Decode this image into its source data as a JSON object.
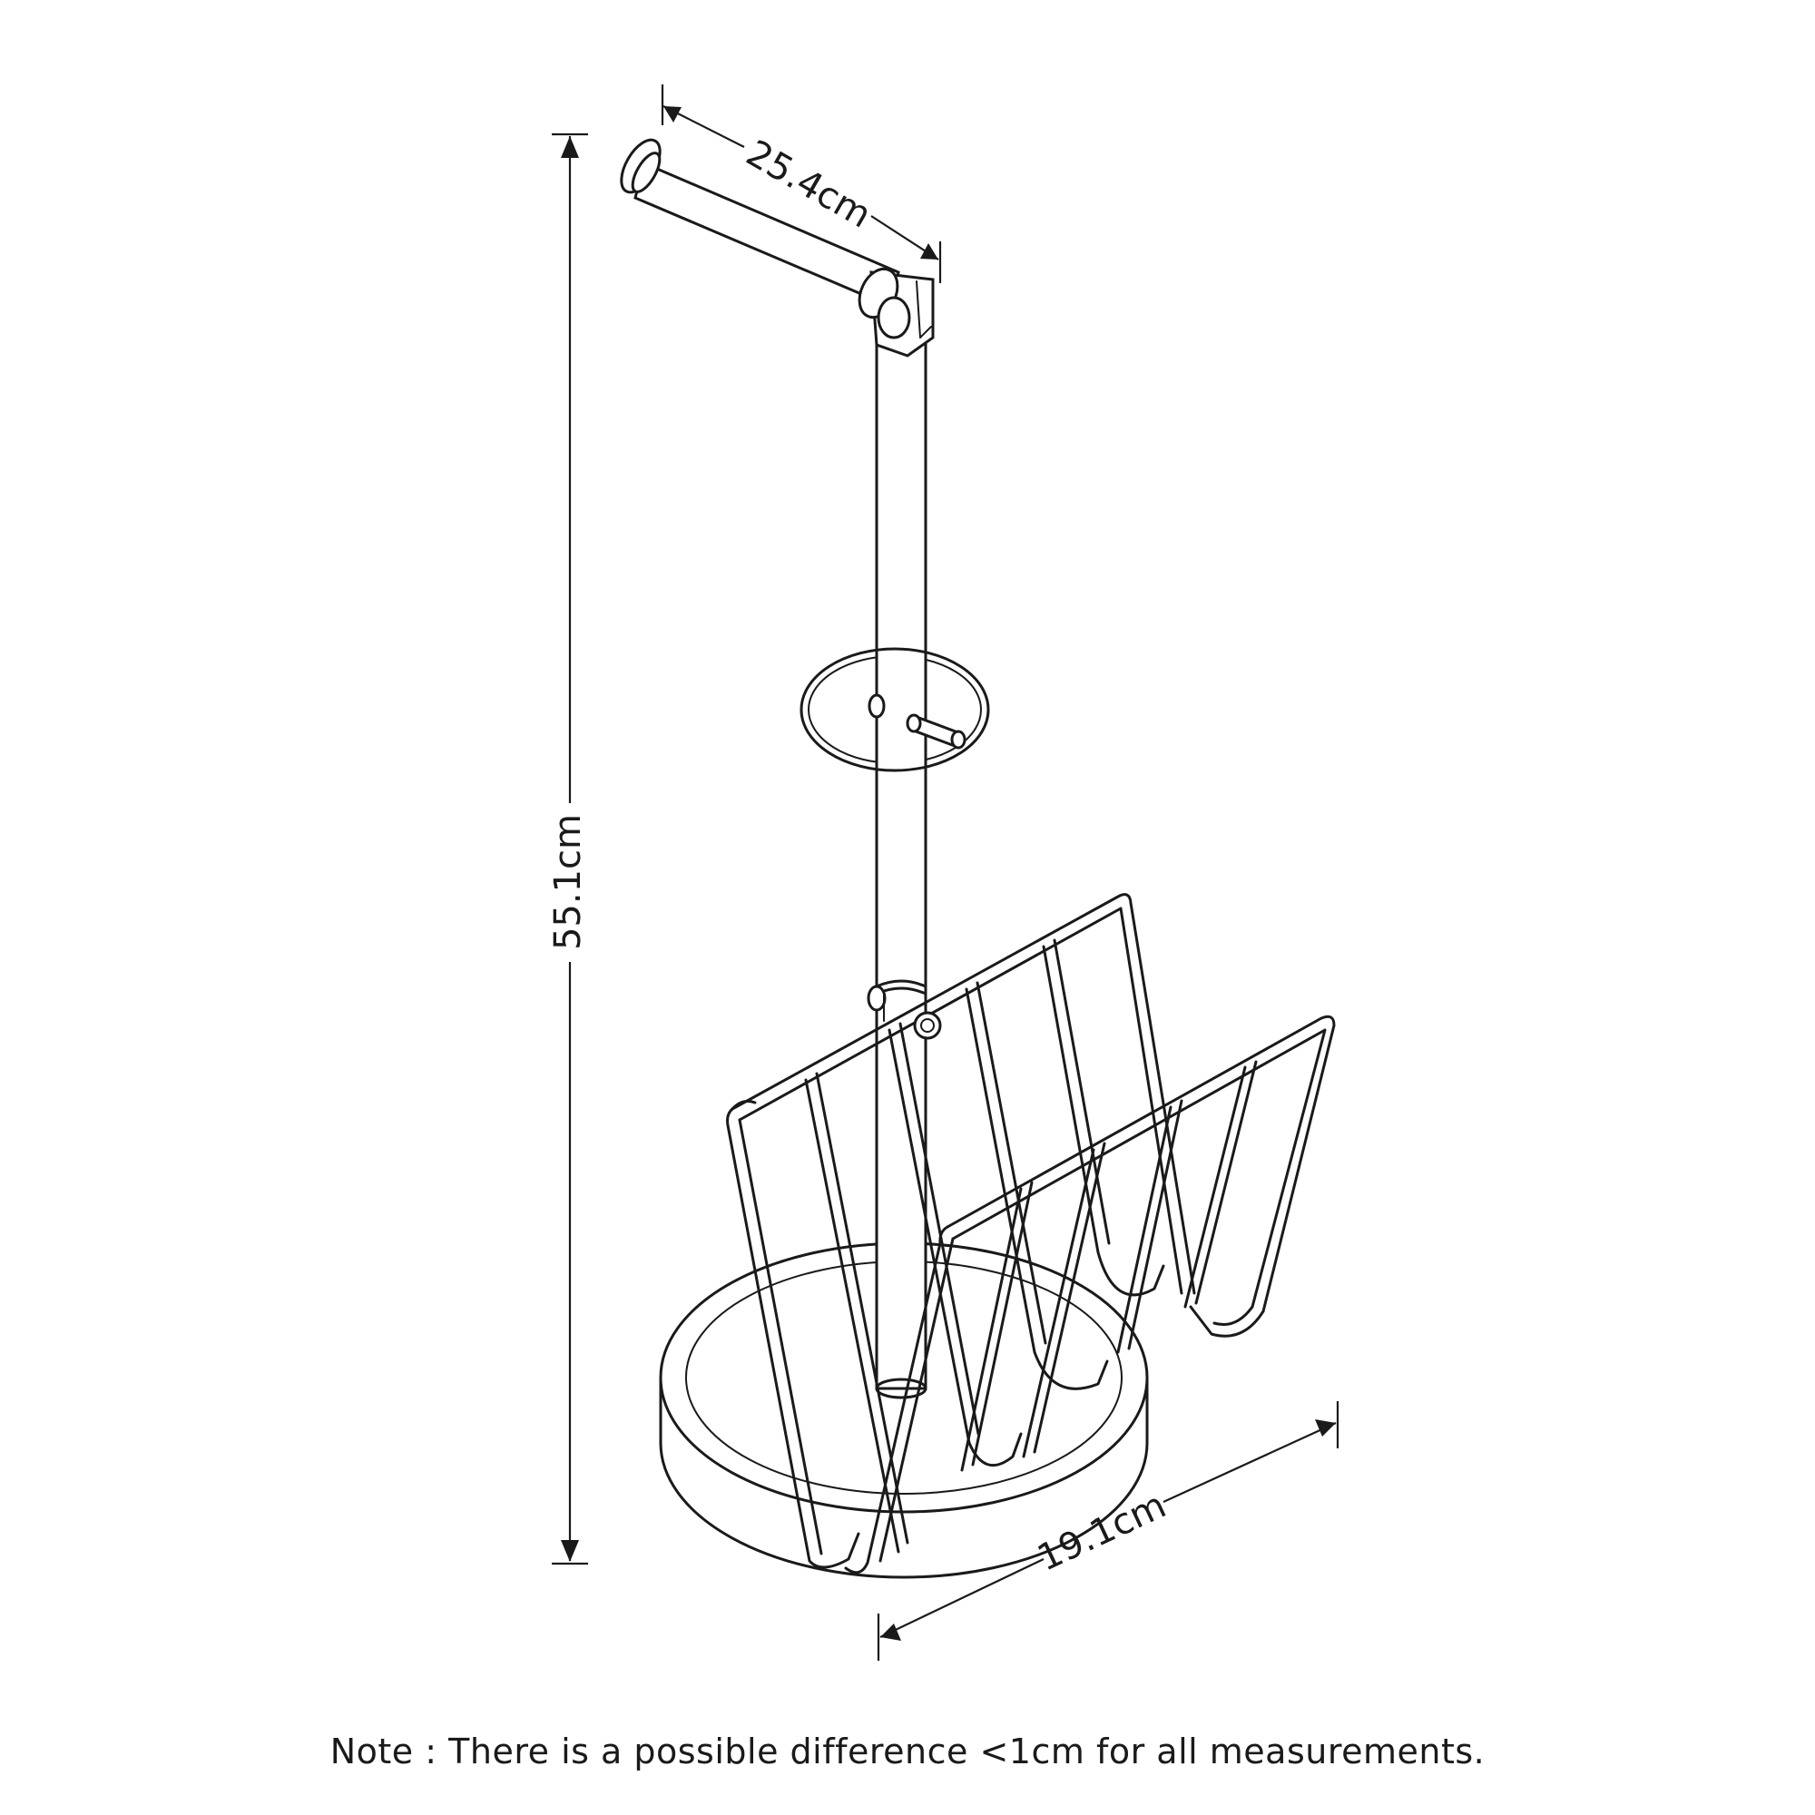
{
  "product": "toilet paper holder stand with magazine rack",
  "dimensions": {
    "height": "55.1cm",
    "arm_length": "25.4cm",
    "depth": "19.1cm"
  },
  "note": "Note : There is a possible difference <1cm for all measurements.",
  "colors": {
    "line": "#1a1a1a",
    "background": "#ffffff"
  }
}
